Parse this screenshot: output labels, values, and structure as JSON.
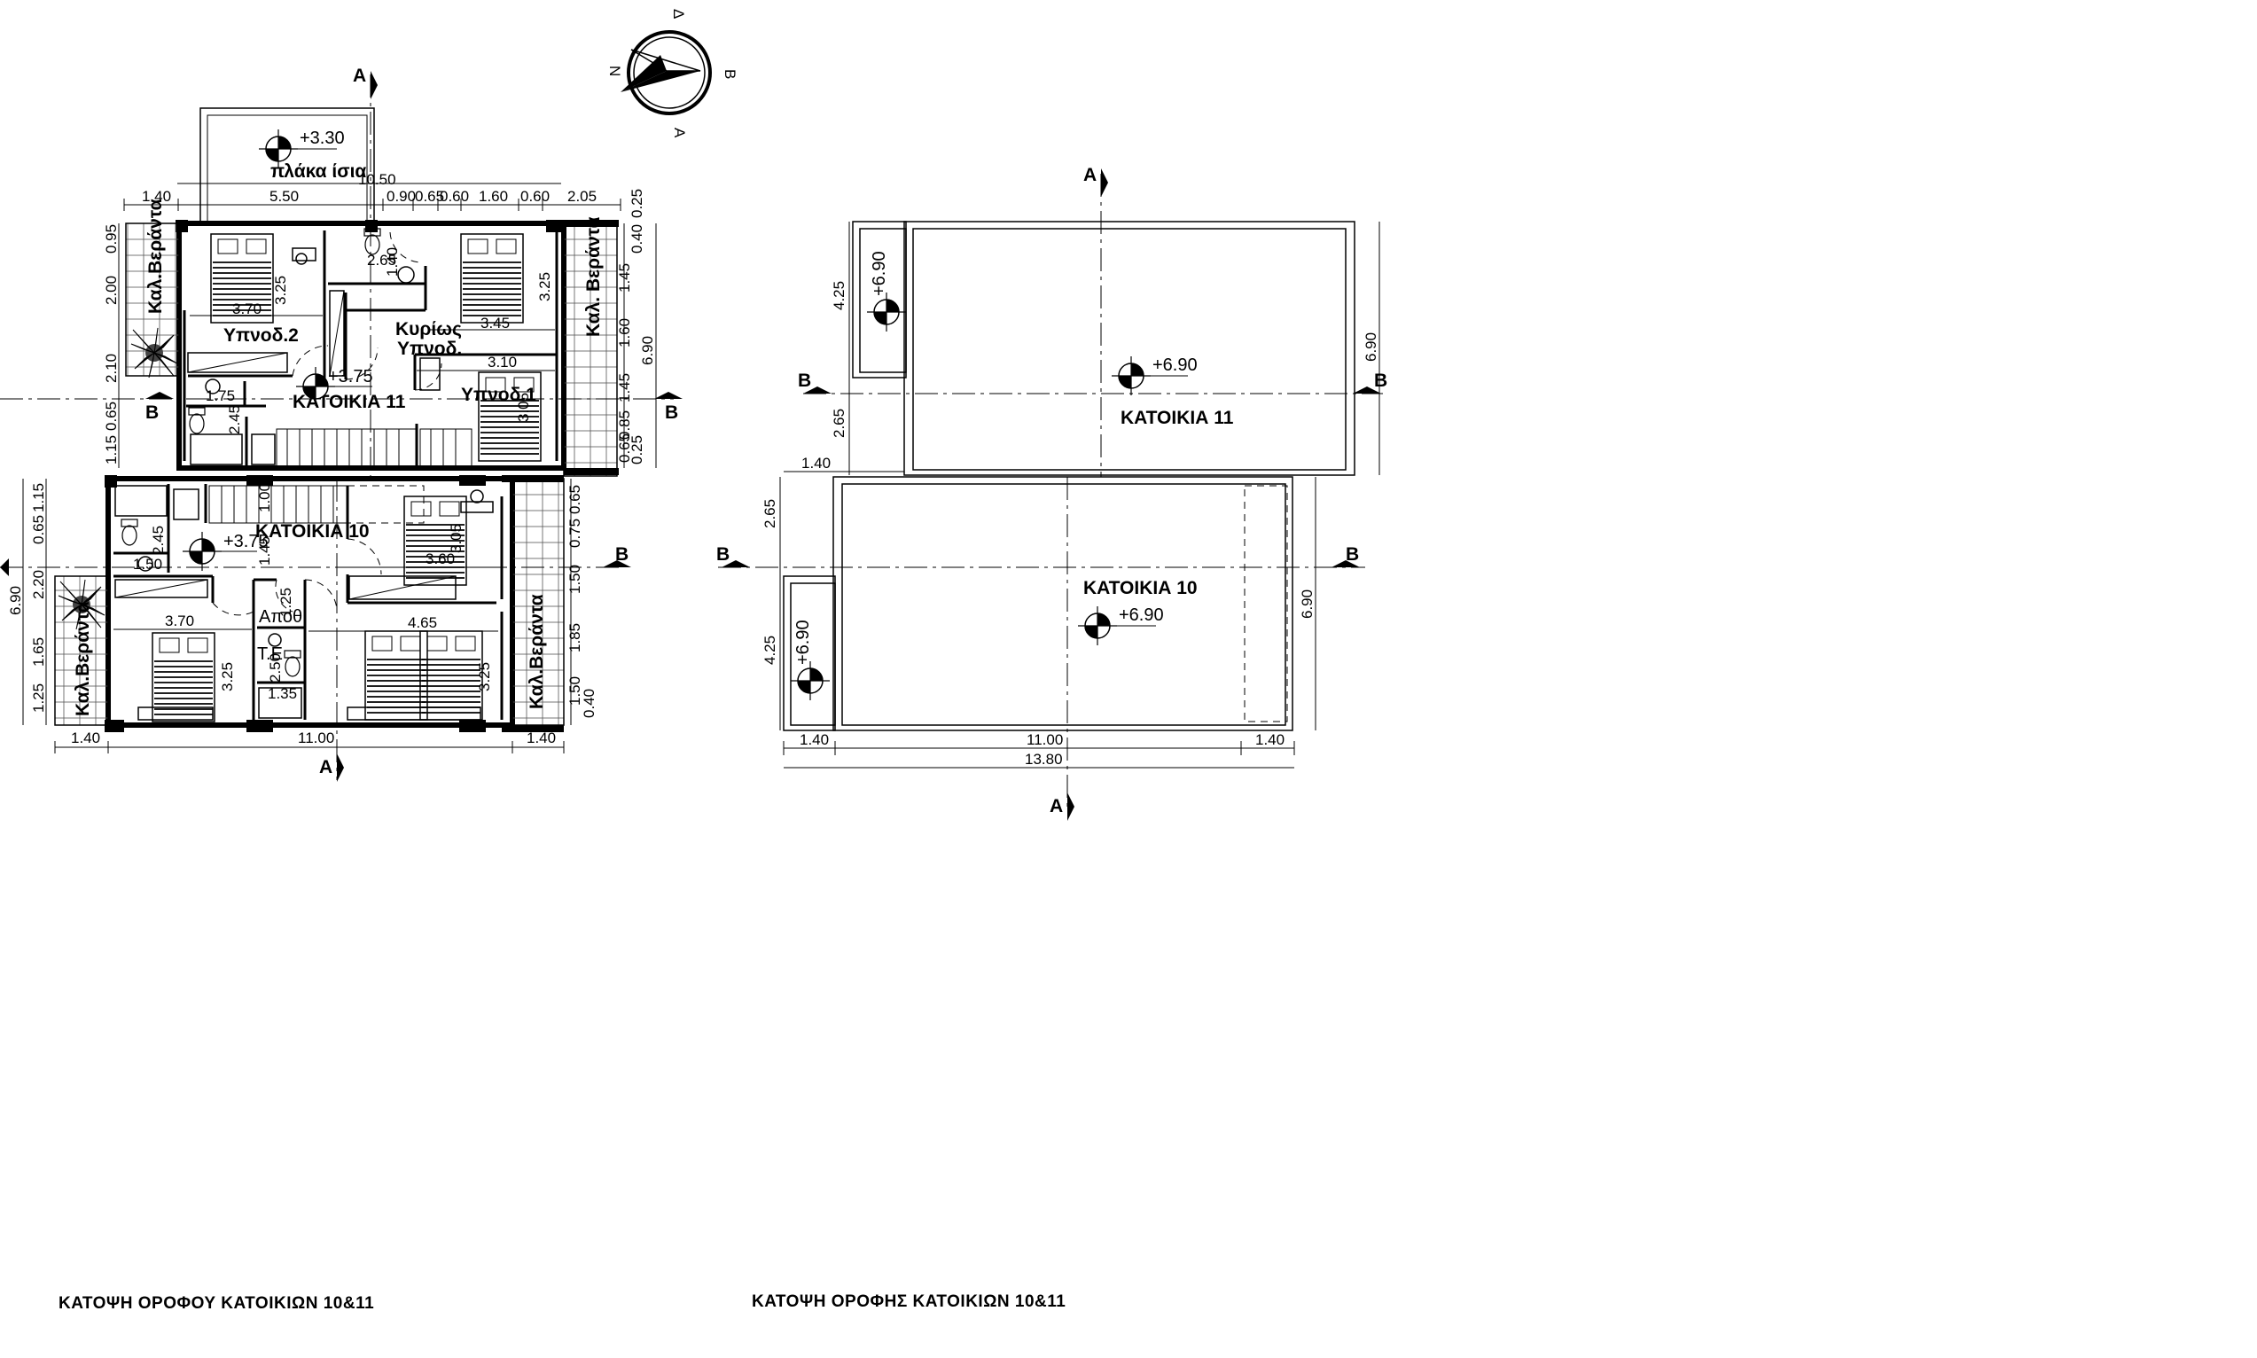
{
  "floor_plan": {
    "title": "ΚΑΤΟΨΗ ΟΡΟΦΟΥ ΚΑΤΟΙΚΙΩΝ 10&11",
    "roof_slab": {
      "level": "+3.30",
      "label": "πλάκα ίσια"
    },
    "top_dims": {
      "total": "10.50",
      "d1": "1.40",
      "d2": "5.50",
      "d3": "0.90",
      "d4": "0.65",
      "d5": "0.60",
      "d6": "1.60",
      "d7": "0.60",
      "d8": "2.05"
    },
    "left_dims": {
      "a": "0.95",
      "b": "2.00",
      "c": "2.10",
      "d": "0.65",
      "e": "1.15",
      "f": "1.15",
      "g": "0.65",
      "h": "2.20",
      "i": "1.65",
      "j": "1.25",
      "total": "6.90"
    },
    "right_dims": {
      "a": "0.25",
      "b": "0.40",
      "c": "1.45",
      "d": "1.60",
      "e": "1.45",
      "f": "0.85",
      "g": "0.65",
      "h": "0.25",
      "total": "6.90",
      "i": "0.65",
      "j": "0.75",
      "k": "1.50",
      "l": "1.85",
      "m": "1.50",
      "n": "0.40"
    },
    "bottom_dims": {
      "left": "1.40",
      "mid": "11.00",
      "right": "1.40"
    },
    "unit11": {
      "name": "ΚΑΤΟΙΚΙΑ 11",
      "level": "+3.75",
      "bedroom2": "Υπνοδ.2",
      "master_line1": "Κυρίως",
      "master_line2": "Υπνοδ.",
      "bedroom1": "Υπνοδ.1",
      "veranda_left": "Καλ.Βεράντα",
      "veranda_right": "Καλ. Βεράντα",
      "dims": {
        "w1": "3.70",
        "h1": "3.25",
        "wc": "2.65",
        "wc2": "1.40",
        "m_w": "3.45",
        "m_h": "3.25",
        "b1_w": "3.10",
        "b1_h": "3.05",
        "bath_w": "1.75",
        "bath_h": "2.45"
      }
    },
    "unit10": {
      "name": "ΚΑΤΟΙΚΙΑ 10",
      "level": "+3.75",
      "storage": "Αποθ.",
      "wc": "Τ.Ε",
      "veranda_left": "Καλ.Βεράντα",
      "veranda_right": "Καλ.Βεράντα",
      "dims": {
        "st": "1.00",
        "st2": "1.45",
        "bath_w": "1.50",
        "bath_h": "2.45",
        "r1_h": "3.05",
        "r1_w": "3.60",
        "b_w": "3.70",
        "b_h": "3.25",
        "b2_w": "4.65",
        "b2_h": "3.25",
        "st_h": "1.25",
        "wc_h": "2.50",
        "wc_w": "1.35"
      }
    },
    "section_marks": {
      "a": "A",
      "b": "B"
    },
    "compass": {
      "n": "N",
      "a": "A",
      "b": "B",
      "d": "Δ"
    }
  },
  "roof_plan": {
    "title": "ΚΑΤΟΨΗ ΟΡΟΦΗΣ ΚΑΤΟΙΚΙΩΝ 10&11",
    "unit11": {
      "name": "ΚΑΤΟΙΚΙΑ 11",
      "level": "+6.90",
      "small_level": "+6.90"
    },
    "unit10": {
      "name": "ΚΑΤΟΙΚΙΑ 10",
      "level": "+6.90",
      "small_level": "+6.90"
    },
    "dims": {
      "left_top": "4.25",
      "left_mid": "2.65",
      "left_mid2": "2.65",
      "left_bot": "4.25",
      "right_top": "6.90",
      "right_bot": "6.90",
      "ov": "1.40",
      "b_left": "1.40",
      "b_mid": "11.00",
      "b_right": "1.40",
      "b_total": "13.80"
    },
    "section_marks": {
      "a": "A",
      "b": "B"
    }
  }
}
